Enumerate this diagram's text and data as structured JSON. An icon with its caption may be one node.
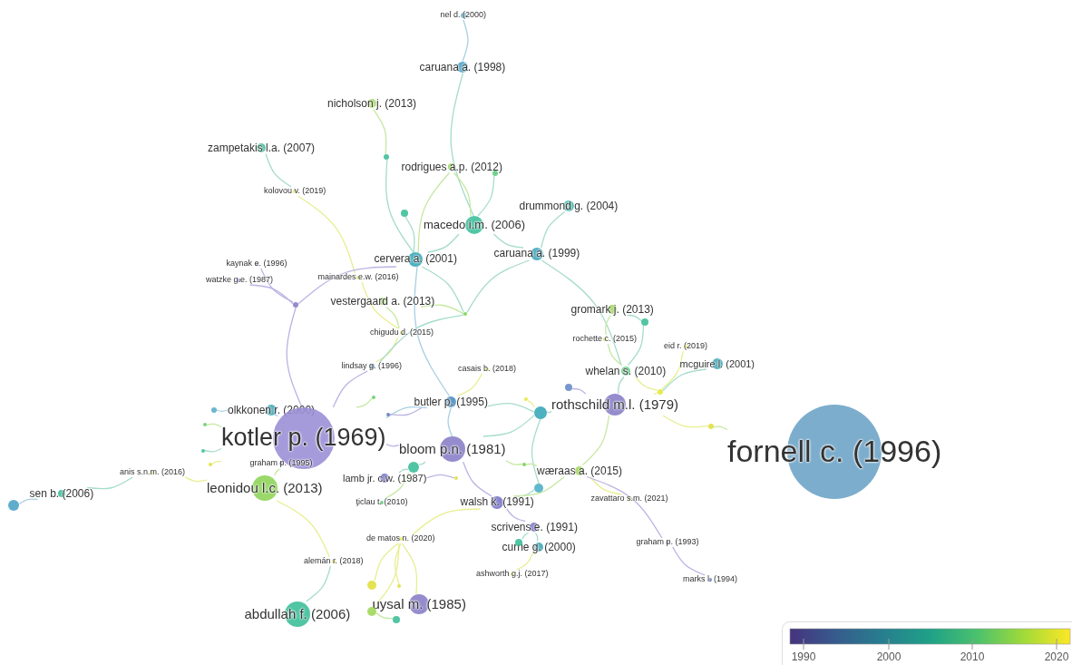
{
  "diagram": {
    "nodes": [
      {
        "text": [
          "nel d. (2000)"
        ]
      },
      {
        "text": [
          "caruana a. (1998)"
        ]
      },
      {
        "text": [
          "nicholson j. (2013)"
        ]
      },
      {
        "text": [
          "zampetakis l.a. (2007)"
        ]
      },
      {
        "text": [
          "rodrigues a.p. (2012)"
        ]
      },
      {
        "text": [
          "drummond g. (2004)"
        ]
      },
      {
        "text": [
          "kolovou v. (2019)"
        ]
      },
      {
        "text": [
          "macedo i.m. (2006)"
        ]
      },
      {
        "text": [
          "cervera a. (2001)"
        ]
      },
      {
        "text": [
          "caruana a. (1999)"
        ]
      },
      {
        "text": [
          "kaynak e. (1996)"
        ]
      },
      {
        "text": [
          "watzke g.e. (1987)"
        ]
      },
      {
        "text": [
          "mainardes e.w. (2016)"
        ]
      },
      {
        "text": [
          "vestergaard a. (2013)"
        ]
      },
      {
        "text": [
          "chigudu d. (2015)"
        ]
      },
      {
        "text": [
          "gromark j. (2013)"
        ]
      },
      {
        "text": [
          "rochette c. (2015)"
        ]
      },
      {
        "text": [
          "eid r. (2019)"
        ]
      },
      {
        "text": [
          "mcguire l. (2001)"
        ]
      },
      {
        "text": [
          "casais b. (2018)"
        ]
      },
      {
        "text": [
          "lindsay g. (1996)"
        ]
      },
      {
        "text": [
          "whelan s. (2010)"
        ]
      },
      {
        "text": [
          "butler p. (1995)"
        ]
      },
      {
        "text": [
          "rothschild m.l. (1979)"
        ]
      },
      {
        "text": [
          "olkkonen r. (2000)"
        ]
      },
      {
        "text": [
          "kotler p. (1969)"
        ]
      },
      {
        "text": [
          "fornell c. (1996)"
        ]
      },
      {
        "text": [
          "bloom p.n. (1981)"
        ]
      },
      {
        "text": [
          "graham p. (1995)"
        ]
      },
      {
        "text": [
          "anis s.n.m. (2016)"
        ]
      },
      {
        "text": [
          "leonidou l.c. (2013)"
        ]
      },
      {
        "text": [
          "lamb jr. c.w. (1987)"
        ]
      },
      {
        "text": [
          "wæraas a. (2015)"
        ]
      },
      {
        "text": [
          "sen b. (2006)"
        ]
      },
      {
        "text": [
          "ţiclau t. (2010)"
        ]
      },
      {
        "text": [
          "walsh k. (1991)"
        ]
      },
      {
        "text": [
          "zavattaro s.m. (2021)"
        ]
      },
      {
        "text": [
          "scrivens e. (1991)"
        ]
      },
      {
        "text": [
          "de matos n. (2020)"
        ]
      },
      {
        "text": [
          "currie g. (2000)"
        ]
      },
      {
        "text": [
          "graham p. (1993)"
        ]
      },
      {
        "text": [
          "alemán r. (2018)"
        ]
      },
      {
        "text": [
          "ashworth g.j. (2017)"
        ]
      },
      {
        "text": [
          "marks l. (1994)"
        ]
      },
      {
        "text": [
          "abdullah f. (2006)"
        ]
      },
      {
        "text": [
          "uysal m. (1985)"
        ]
      },
      {
        "text": [],
        "shape": "circle"
      },
      {
        "text": [],
        "shape": "circle"
      },
      {
        "text": [],
        "shape": "circle"
      },
      {
        "text": [],
        "shape": "circle"
      },
      {
        "text": [],
        "shape": "circle"
      },
      {
        "text": [],
        "shape": "circle"
      },
      {
        "text": [],
        "shape": "circle"
      },
      {
        "text": [],
        "shape": "circle"
      },
      {
        "text": [],
        "shape": "circle"
      },
      {
        "text": [],
        "shape": "circle"
      },
      {
        "text": [],
        "shape": "circle"
      },
      {
        "text": [],
        "shape": "circle"
      },
      {
        "text": [],
        "shape": "circle"
      },
      {
        "text": [],
        "shape": "circle"
      },
      {
        "text": [],
        "shape": "circle"
      },
      {
        "text": [],
        "shape": "circle"
      },
      {
        "text": [],
        "shape": "circle"
      },
      {
        "text": [],
        "shape": "circle"
      },
      {
        "text": [],
        "shape": "circle"
      },
      {
        "text": [],
        "shape": "circle"
      },
      {
        "text": [],
        "shape": "circle"
      },
      {
        "text": [],
        "shape": "circle"
      },
      {
        "text": [],
        "shape": "circle"
      },
      {
        "text": [],
        "shape": "circle"
      },
      {
        "text": [],
        "shape": "circle"
      },
      {
        "text": [],
        "shape": "circle"
      },
      {
        "text": [],
        "shape": "circle"
      }
    ],
    "edges": [
      {
        "from": 0,
        "to": 1,
        "arrow": "none",
        "color": "#a8cfe4"
      },
      {
        "from": 1,
        "to": 7,
        "arrow": "none"
      },
      {
        "from": 2,
        "to": 48,
        "arrow": "none",
        "color": "#c4e8a0"
      },
      {
        "from": 48,
        "to": 8,
        "arrow": "none"
      },
      {
        "from": 4,
        "to": 7,
        "arrow": "none",
        "color": "#c4e8a0"
      },
      {
        "from": 4,
        "to": 8,
        "arrow": "none",
        "color": "#c4e8a0"
      },
      {
        "from": 49,
        "to": 7,
        "arrow": "none"
      },
      {
        "from": 5,
        "to": 9,
        "arrow": "none"
      },
      {
        "from": 7,
        "to": 8,
        "arrow": "none"
      },
      {
        "from": 7,
        "to": 9,
        "arrow": "none"
      },
      {
        "from": 47,
        "to": 8,
        "arrow": "none"
      },
      {
        "from": 3,
        "to": 6,
        "arrow": "none"
      },
      {
        "from": 6,
        "to": 12,
        "arrow": "none",
        "color": "#e8ee90"
      },
      {
        "from": 12,
        "to": 14,
        "arrow": "none",
        "color": "#e8ee90"
      },
      {
        "from": 14,
        "to": 20,
        "arrow": "none",
        "color": "#e8ee90"
      },
      {
        "from": 10,
        "to": 50,
        "arrow": "none",
        "color": "#bab4e4"
      },
      {
        "from": 11,
        "to": 50,
        "arrow": "none",
        "color": "#bab4e4"
      },
      {
        "from": 50,
        "to": 25,
        "arrow": "none",
        "color": "#bab4e4"
      },
      {
        "from": 50,
        "to": 8,
        "arrow": "none",
        "color": "#bab4e4"
      },
      {
        "from": 8,
        "to": 22,
        "arrow": "none",
        "color": "#a8cfe4"
      },
      {
        "from": 8,
        "to": 51,
        "arrow": "none"
      },
      {
        "from": 9,
        "to": 51,
        "arrow": "none"
      },
      {
        "from": 9,
        "to": 21,
        "arrow": "none"
      },
      {
        "from": 51,
        "to": 13,
        "arrow": "none",
        "color": "#c4e8a0"
      },
      {
        "from": 13,
        "to": 14,
        "arrow": "none",
        "color": "#c4e8a0"
      },
      {
        "from": 20,
        "to": 25,
        "arrow": "none",
        "color": "#bab4e4"
      },
      {
        "from": 20,
        "to": 51,
        "arrow": "none"
      },
      {
        "from": 15,
        "to": 16,
        "arrow": "none",
        "color": "#c4e8a0"
      },
      {
        "from": 15,
        "to": 52,
        "arrow": "none"
      },
      {
        "from": 16,
        "to": 21,
        "arrow": "none",
        "color": "#c4e8a0"
      },
      {
        "from": 52,
        "to": 21,
        "arrow": "none"
      },
      {
        "from": 21,
        "to": 53,
        "arrow": "none",
        "color": "#e8ee90"
      },
      {
        "from": 17,
        "to": 53,
        "arrow": "none",
        "color": "#e8ee90"
      },
      {
        "from": 18,
        "to": 53,
        "arrow": "none"
      },
      {
        "from": 53,
        "to": 23,
        "arrow": "none",
        "color": "#e8ee90"
      },
      {
        "from": 21,
        "to": 23,
        "arrow": "none"
      },
      {
        "from": 19,
        "to": 22,
        "arrow": "none",
        "color": "#e8ee90"
      },
      {
        "from": 22,
        "to": 27,
        "arrow": "none",
        "color": "#a8cfe4"
      },
      {
        "from": 22,
        "to": 54,
        "arrow": "none"
      },
      {
        "from": 22,
        "to": 25,
        "arrow": "none",
        "color": "#a8cfe4"
      },
      {
        "from": 55,
        "to": 23,
        "arrow": "none",
        "color": "#bab4e4"
      },
      {
        "from": 54,
        "to": 23,
        "arrow": "none"
      },
      {
        "from": 56,
        "to": 54,
        "arrow": "none",
        "color": "#e8ee90"
      },
      {
        "from": 23,
        "to": 71,
        "arrow": "none",
        "color": "#e8ee90"
      },
      {
        "from": 71,
        "to": 26,
        "arrow": "none",
        "color": "#c4e8a0"
      },
      {
        "from": 27,
        "to": 35,
        "arrow": "none",
        "color": "#bab4e4"
      },
      {
        "from": 27,
        "to": 57,
        "arrow": "none"
      },
      {
        "from": 27,
        "to": 54,
        "arrow": "none"
      },
      {
        "from": 27,
        "to": 25,
        "arrow": "none",
        "color": "#bab4e4"
      },
      {
        "from": 35,
        "to": 37,
        "arrow": "none",
        "color": "#bab4e4"
      },
      {
        "from": 37,
        "to": 39,
        "arrow": "none"
      },
      {
        "from": 37,
        "to": 65,
        "arrow": "none"
      },
      {
        "from": 39,
        "to": 42,
        "arrow": "none",
        "color": "#e8ee90"
      },
      {
        "from": 35,
        "to": 59,
        "arrow": "none"
      },
      {
        "from": 59,
        "to": 54,
        "arrow": "none"
      },
      {
        "from": 32,
        "to": 60,
        "arrow": "none",
        "color": "#c4e8a0"
      },
      {
        "from": 32,
        "to": 35,
        "arrow": "none",
        "color": "#c4e8a0"
      },
      {
        "from": 32,
        "to": 36,
        "arrow": "none",
        "color": "#e8ee90"
      },
      {
        "from": 32,
        "to": 40,
        "arrow": "none",
        "color": "#bab4e4"
      },
      {
        "from": 40,
        "to": 43,
        "arrow": "none",
        "color": "#bab4e4"
      },
      {
        "from": 23,
        "to": 32,
        "arrow": "none",
        "color": "#c4e8a0"
      },
      {
        "from": 57,
        "to": 31,
        "arrow": "none"
      },
      {
        "from": 31,
        "to": 58,
        "arrow": "none",
        "color": "#bab4e4"
      },
      {
        "from": 34,
        "to": 57,
        "arrow": "none",
        "color": "#c4e8a0"
      },
      {
        "from": 38,
        "to": 45,
        "arrow": "none",
        "color": "#e8ee90"
      },
      {
        "from": 38,
        "to": 61,
        "arrow": "none",
        "color": "#e8ee90"
      },
      {
        "from": 38,
        "to": 63,
        "arrow": "none",
        "color": "#e8ee90"
      },
      {
        "from": 38,
        "to": 62,
        "arrow": "none",
        "color": "#e8ee90"
      },
      {
        "from": 38,
        "to": 35,
        "arrow": "none",
        "color": "#e8ee90"
      },
      {
        "from": 63,
        "to": 64,
        "arrow": "none",
        "color": "#c4e8a0"
      },
      {
        "from": 41,
        "to": 44,
        "arrow": "none"
      },
      {
        "from": 41,
        "to": 30,
        "arrow": "none",
        "color": "#e8ee90"
      },
      {
        "from": 30,
        "to": 25,
        "arrow": "none",
        "color": "#c4e8a0"
      },
      {
        "from": 29,
        "to": 30,
        "arrow": "none",
        "color": "#e8ee90"
      },
      {
        "from": 29,
        "to": 33,
        "arrow": "none"
      },
      {
        "from": 33,
        "to": 46,
        "arrow": "none",
        "color": "#a8cfe4"
      },
      {
        "from": 24,
        "to": 25,
        "arrow": "none",
        "color": "#a8cfe4"
      },
      {
        "from": 72,
        "to": 24,
        "arrow": "none",
        "color": "#a8cfe4"
      },
      {
        "from": 68,
        "to": 25,
        "arrow": "none",
        "color": "#c4e8a0"
      },
      {
        "from": 69,
        "to": 25,
        "arrow": "none"
      },
      {
        "from": 70,
        "to": 25,
        "arrow": "none",
        "color": "#e8ee90"
      },
      {
        "from": 28,
        "to": 25,
        "arrow": "none",
        "color": "#bab4e4"
      },
      {
        "from": 66,
        "to": 25,
        "arrow": "none",
        "color": "#c4e8a0"
      },
      {
        "from": 67,
        "to": 22,
        "arrow": "none",
        "color": "#bab4e4"
      },
      {
        "from": 60,
        "to": 27,
        "arrow": "none",
        "color": "#c4e8a0"
      }
    ],
    "labels": [
      "1990",
      "2000",
      "2010",
      "2020"
    ]
  }
}
